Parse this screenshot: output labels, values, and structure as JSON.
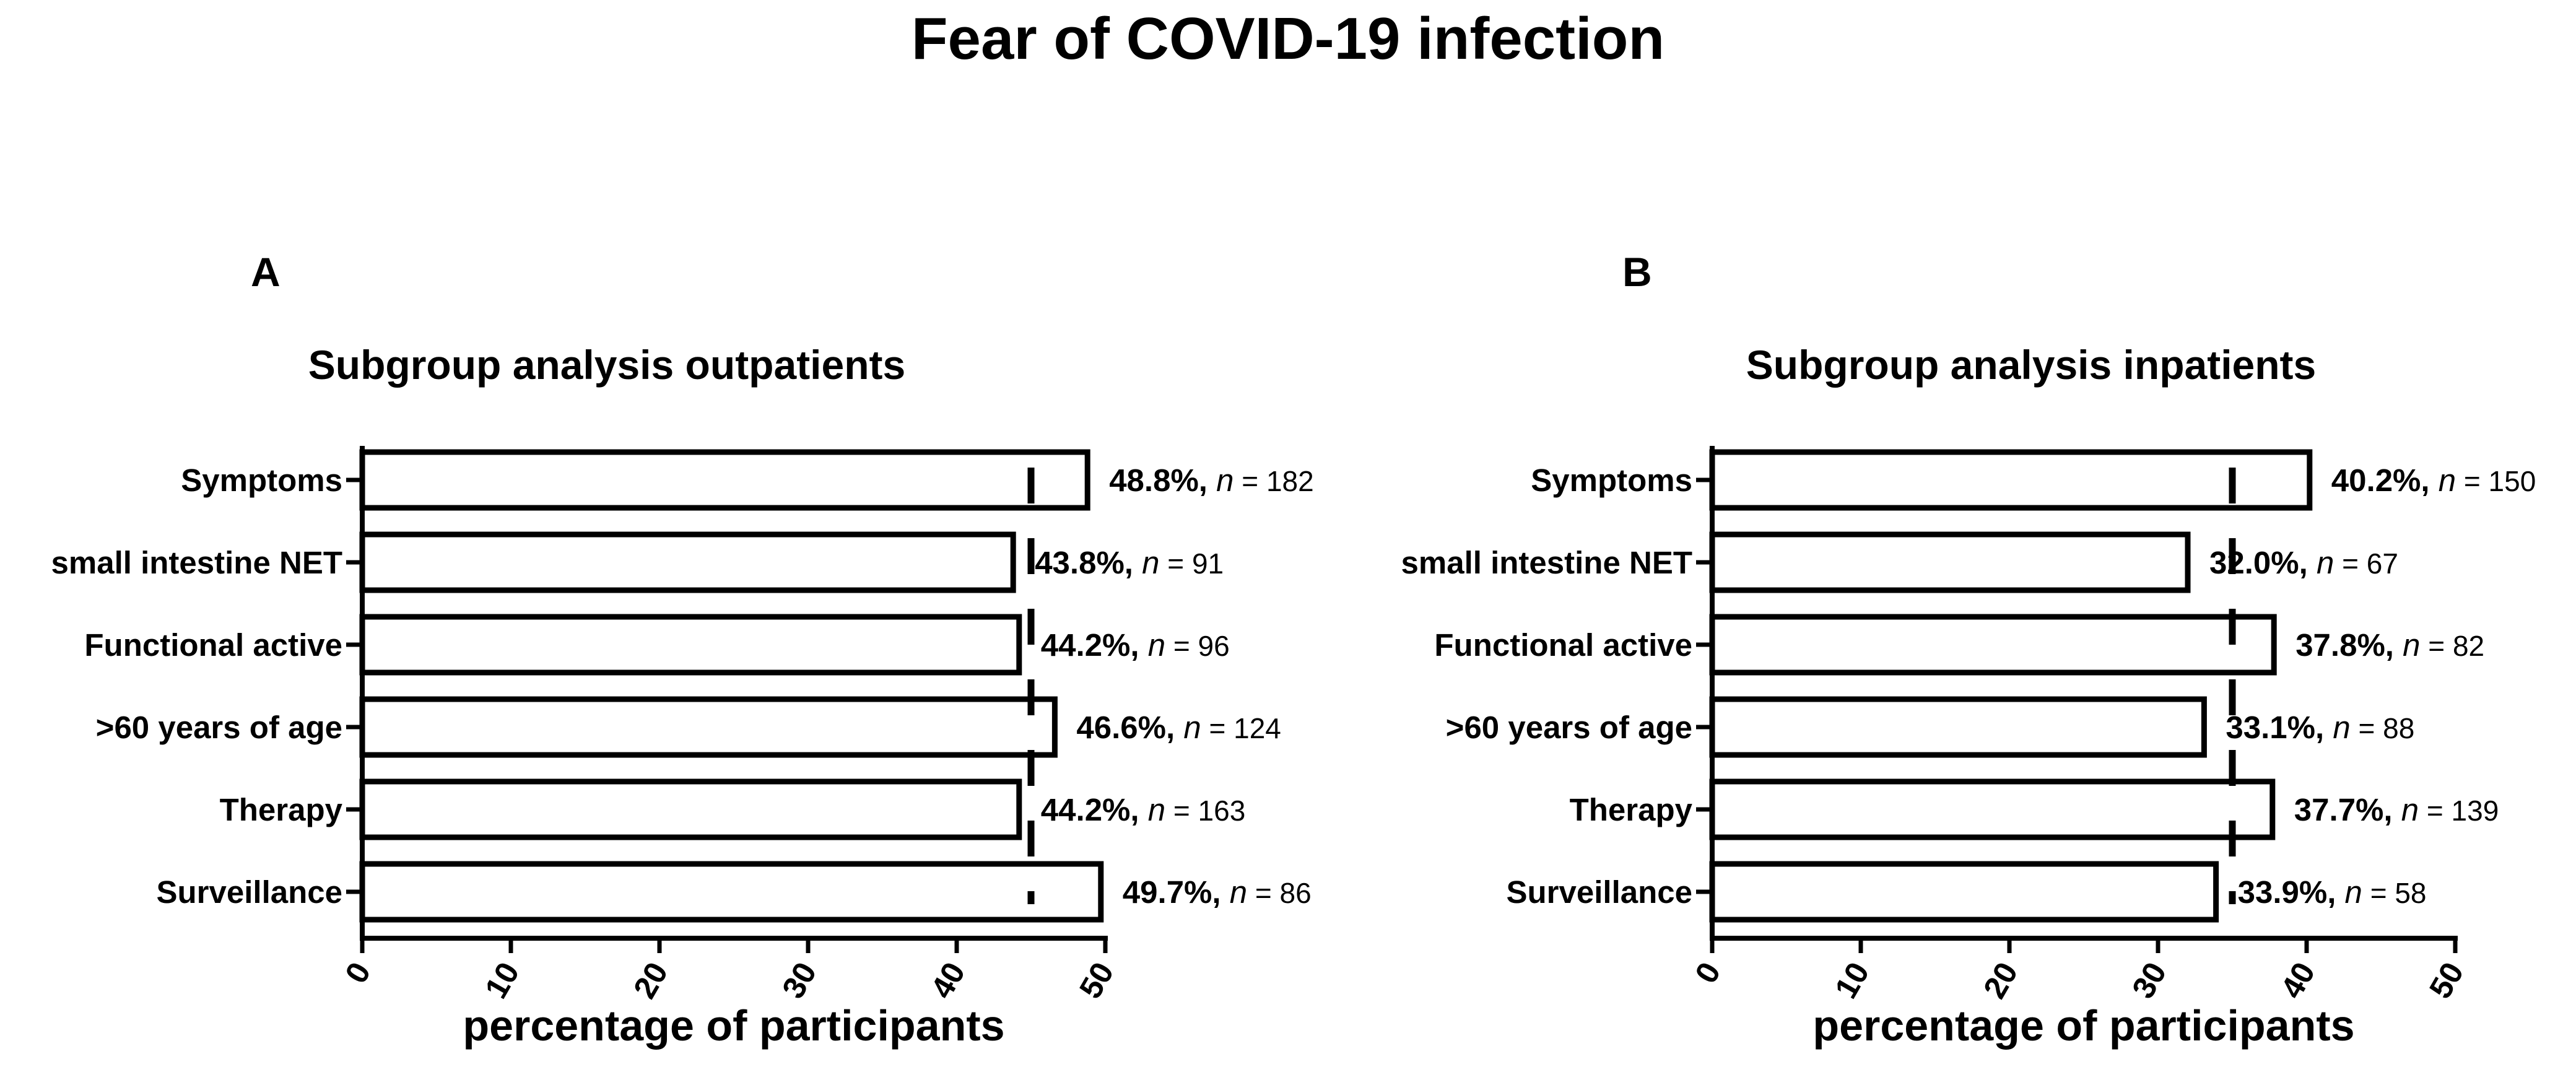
{
  "figure": {
    "title": "Fear of COVID-19 infection"
  },
  "chart_data": [
    {
      "type": "bar",
      "orientation": "horizontal",
      "panel_letter": "A",
      "title": "Subgroup analysis outpatients",
      "xlabel": "percentage of participants",
      "ylabel": "",
      "xlim": [
        0,
        50
      ],
      "xticks": [
        "0",
        "10",
        "20",
        "30",
        "40",
        "50"
      ],
      "categories": [
        "Symptoms",
        "small intestine NET",
        "Functional active",
        ">60 years of age",
        "Therapy",
        "Surveillance"
      ],
      "values": [
        48.8,
        43.8,
        44.2,
        46.6,
        44.2,
        49.7
      ],
      "value_labels": [
        "48.8%,",
        "43.8%,",
        "44.2%,",
        "46.6%,",
        "44.2%,",
        "49.7%,"
      ],
      "n_prefix": "n",
      "n_labels": [
        "= 182",
        "= 91",
        "= 96",
        "= 124",
        "= 163",
        "= 86"
      ],
      "reference_line": 45,
      "grid": false,
      "legend": "none",
      "bar_fill": "#ffffff",
      "bar_stroke": "#000000"
    },
    {
      "type": "bar",
      "orientation": "horizontal",
      "panel_letter": "B",
      "title": "Subgroup analysis inpatients",
      "xlabel": "percentage of participants",
      "ylabel": "",
      "xlim": [
        0,
        50
      ],
      "xticks": [
        "0",
        "10",
        "20",
        "30",
        "40",
        "50"
      ],
      "categories": [
        "Symptoms",
        "small intestine NET",
        "Functional active",
        ">60 years of age",
        "Therapy",
        "Surveillance"
      ],
      "values": [
        40.2,
        32.0,
        37.8,
        33.1,
        37.7,
        33.9
      ],
      "value_labels": [
        "40.2%,",
        "32.0%,",
        "37.8%,",
        "33.1%,",
        "37.7%,",
        "33.9%,"
      ],
      "n_prefix": "n",
      "n_labels": [
        "= 150",
        "= 67",
        "= 82",
        "= 88",
        "= 139",
        "= 58"
      ],
      "reference_line": 35,
      "grid": false,
      "legend": "none",
      "bar_fill": "#ffffff",
      "bar_stroke": "#000000"
    }
  ]
}
